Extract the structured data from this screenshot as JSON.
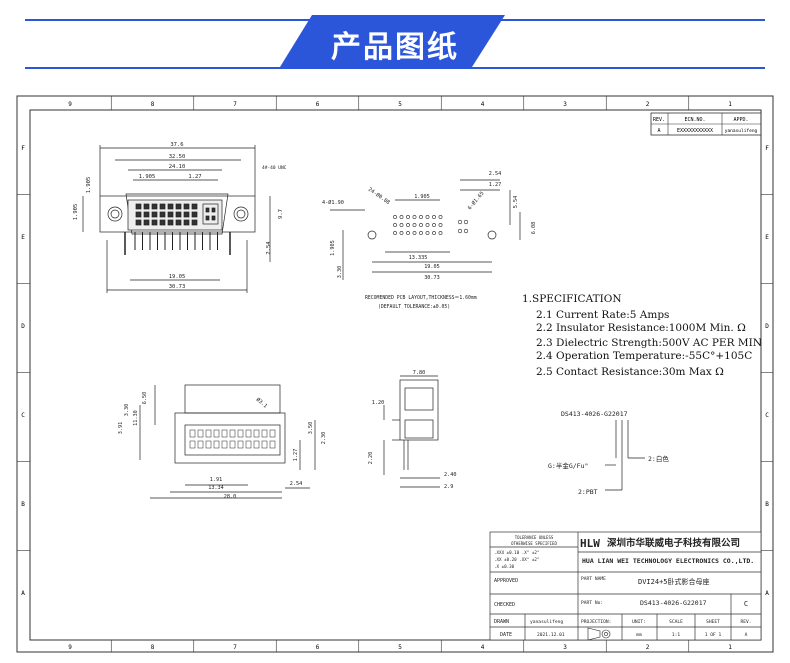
{
  "banner": {
    "title": "产品图纸"
  },
  "border": {
    "col_labels": [
      "9",
      "8",
      "7",
      "6",
      "5",
      "4",
      "3",
      "2",
      "1"
    ],
    "row_labels": [
      "F",
      "E",
      "D",
      "C",
      "B",
      "A"
    ]
  },
  "revision_block": {
    "headers": [
      "REV.",
      "ECN.NO.",
      "APPD."
    ],
    "values": [
      "A",
      "EXXXXXXXXXXX",
      "yanasulifeng"
    ]
  },
  "front_view": {
    "dims": [
      "37.6",
      "32.50",
      "24.10",
      "1.905",
      "1.27",
      "1.905",
      "1.905",
      "9.7",
      "2.54",
      "19.05",
      "30.73"
    ],
    "thread_note": "4#-40 UNC"
  },
  "pcb_layout": {
    "dims": [
      "4-Ø1.90",
      "24-Ø0.88",
      "1.905",
      "2.54",
      "1.27",
      "5.54",
      "6-Ø1.65",
      "6.08",
      "1.905",
      "13.335",
      "19.05",
      "30.73",
      "3.30"
    ],
    "note_line1": "RECOMENDED PCB LAYOUT,THICKNESS＝1.60mm",
    "note_line2": "(DEFAULT TOLERANCE:±0.05)"
  },
  "bottom_view": {
    "dims": [
      "6.50",
      "3.30",
      "11.30",
      "3.91",
      "Ø3.1",
      "1.27",
      "3.50",
      "2.30",
      "1.91",
      "13.34",
      "28.0",
      "2.54"
    ]
  },
  "side_view": {
    "dims": [
      "7.80",
      "1.20",
      "2.20",
      "2.40",
      "2.9"
    ]
  },
  "specification": {
    "heading": "1.SPECIFICATION",
    "items": [
      "2.1 Current Rate:5 Amps",
      "2.2 Insulator Resistance:1000M  Min. Ω",
      "2.3 Dielectric Strength:500V AC PER MIN",
      "2.4 Operation Temperature:-55C°+105C",
      "2.5 Contact Resistance:30m  Max   Ω"
    ]
  },
  "part_callout": {
    "part_number": "DS413-4026-G22017",
    "color_note": "2:白色",
    "plating_note": "G:半金G/Fu\"",
    "material_note": "2:PBT"
  },
  "title_block": {
    "tolerance_header1": "TOLERANCE UNLESS",
    "tolerance_header2": "OTHERWISE SPECIFIED",
    "tolerance_rows": [
      ".XXX ±0.10   .X°  ±2°",
      ".XX  ±0.20   .XX° ±2°",
      ".X   ±0.30"
    ],
    "logo": "HLW",
    "company_cn": "深圳市华联威电子科技有限公司",
    "company_en": "HUA LIAN WEI TECHNOLOGY ELECTRONICS CO.,LTD.",
    "approved_label": "APPROVED",
    "checked_label": "CHECKED",
    "drawn_label": "DRAWN",
    "drawn_value": "yanasulifeng",
    "date_label": "DATE",
    "date_value": "2021.12.01",
    "part_name_label": "PART NAME",
    "part_name_value": "DVI24+5卧式影合母座",
    "part_no_label": "PART No:",
    "part_no_value": "DS413-4026-G22017",
    "rev_value": "C",
    "projection_label": "PROJECTION:",
    "unit_label": "UNIT:",
    "unit_value": "mm",
    "scale_label": "SCALE",
    "scale_value": "1:1",
    "sheet_label": "SHEET",
    "sheet_value": "1 OF 1",
    "rev_label": "REV.",
    "rev2_value": "A"
  }
}
